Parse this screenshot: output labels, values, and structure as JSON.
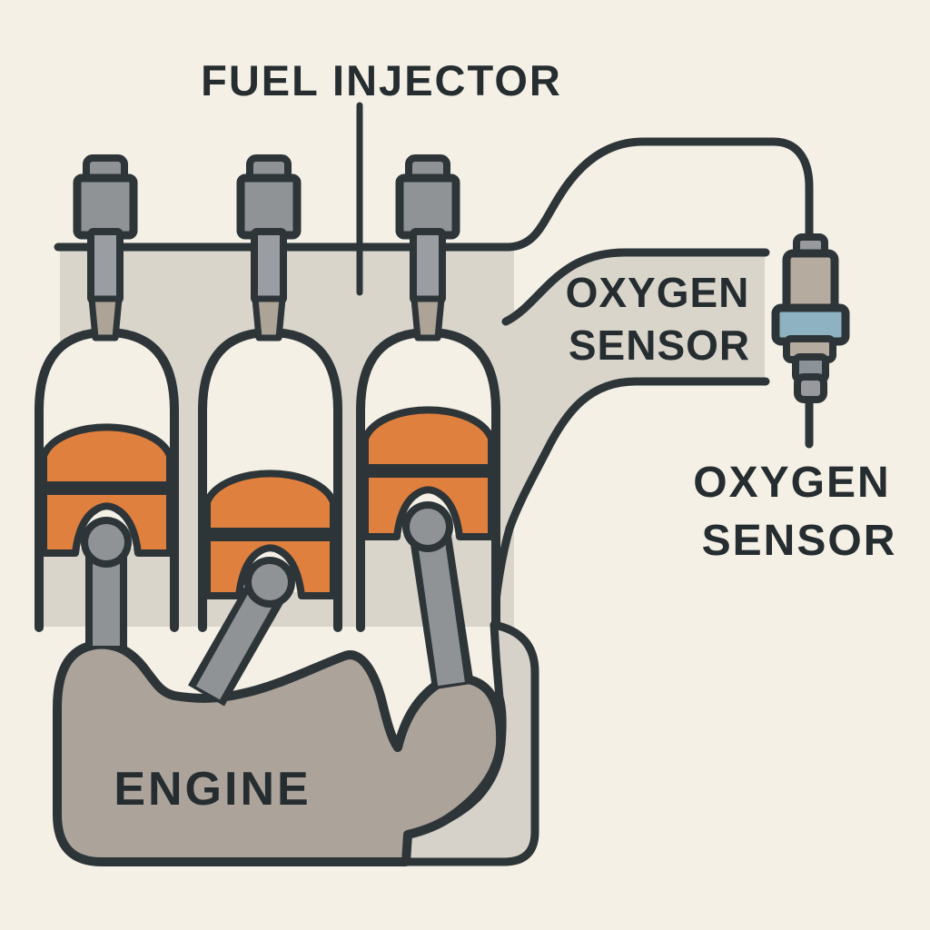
{
  "title": "Hand-drawn engine diagram with fuel injectors and oxygen sensor",
  "labels": {
    "fuel_injector": "FUEL INJECTOR",
    "engine": "ENGINE",
    "pipe_label": {
      "line1": "OXYGEN",
      "line2": "SENSOR"
    },
    "sensor_caption": {
      "line1": "OXYGEN",
      "line2": "SENSOR"
    }
  },
  "components": {
    "fuel_injectors": 3,
    "cylinders": 3,
    "pistons": 3,
    "connecting_rods": 3,
    "engine_block": 1,
    "exhaust_pipe": 1,
    "oxygen_sensor": 1,
    "sensor_wire": 1
  },
  "colors": {
    "background": "#F4F0E5",
    "ink": "#2D3539",
    "block_gray": "#D9D5CB",
    "engine_gray": "#ACA39A",
    "engine_highlight": "#D6D2C9",
    "piston_orange": "#E0803E",
    "metal_gray": "#8F9396",
    "metal_gray_light": "#9A9EA2",
    "nozzle_tan": "#ADA396",
    "sensor_blue": "#8FB2C3",
    "sensor_tan": "#B5AB9E",
    "sensor_gray": "#97999D"
  }
}
